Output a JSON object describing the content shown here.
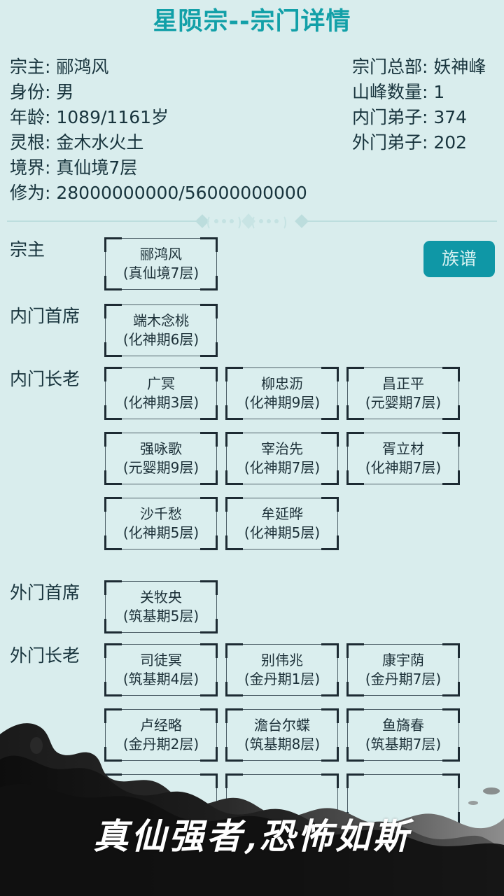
{
  "header": {
    "title": "星陨宗--宗门详情",
    "title_color": "#12a0a8"
  },
  "stats": {
    "left": [
      "宗主: 郦鸿风",
      "身份: 男",
      "年龄: 1089/1161岁",
      "灵根: 金木水火土",
      "境界: 真仙境7层",
      "修为: 28000000000/56000000000"
    ],
    "right": [
      "宗门总部: 妖神峰",
      "山峰数量: 1",
      "内门弟子: 374",
      "外门弟子: 202"
    ]
  },
  "actions": {
    "genealogy_label": "族谱",
    "genealogy_bg": "#0f97a6"
  },
  "sections": [
    {
      "label": "宗主",
      "rows": [
        [
          {
            "name": "郦鸿风",
            "realm": "(真仙境7层)"
          }
        ]
      ]
    },
    {
      "label": "内门首席",
      "rows": [
        [
          {
            "name": "端木念桃",
            "realm": "(化神期6层)"
          }
        ]
      ]
    },
    {
      "label": "内门长老",
      "rows": [
        [
          {
            "name": "广冥",
            "realm": "(化神期3层)"
          },
          {
            "name": "柳忠沥",
            "realm": "(化神期9层)"
          },
          {
            "name": "昌正平",
            "realm": "(元婴期7层)"
          }
        ],
        [
          {
            "name": "强咏歌",
            "realm": "(元婴期9层)"
          },
          {
            "name": "宰治先",
            "realm": "(化神期7层)"
          },
          {
            "name": "胥立材",
            "realm": "(化神期7层)"
          }
        ],
        [
          {
            "name": "沙千愁",
            "realm": "(化神期5层)"
          },
          {
            "name": "牟延晔",
            "realm": "(化神期5层)"
          }
        ]
      ]
    },
    {
      "label": "外门首席",
      "rows": [
        [
          {
            "name": "关牧央",
            "realm": "(筑基期5层)"
          }
        ]
      ]
    },
    {
      "label": "外门长老",
      "rows": [
        [
          {
            "name": "司徒冥",
            "realm": "(筑基期4层)"
          },
          {
            "name": "别伟兆",
            "realm": "(金丹期1层)"
          },
          {
            "name": "康宇荫",
            "realm": "(金丹期7层)"
          }
        ],
        [
          {
            "name": "卢经略",
            "realm": "(金丹期2层)"
          },
          {
            "name": "澹台尔蝶",
            "realm": "(筑基期8层)"
          },
          {
            "name": "鱼旖春",
            "realm": "(筑基期7层)"
          }
        ],
        [
          {
            "name": "",
            "realm": ""
          },
          {
            "name": "",
            "realm": ""
          },
          {
            "name": "",
            "realm": ""
          }
        ]
      ]
    }
  ],
  "overlay": {
    "caption": "真仙强者,恐怖如斯"
  },
  "theme": {
    "background": "#d9eded",
    "text": "#18343d",
    "card_bg": "#daeeee",
    "card_border": "#1d2b33",
    "divider": "#bddede"
  }
}
